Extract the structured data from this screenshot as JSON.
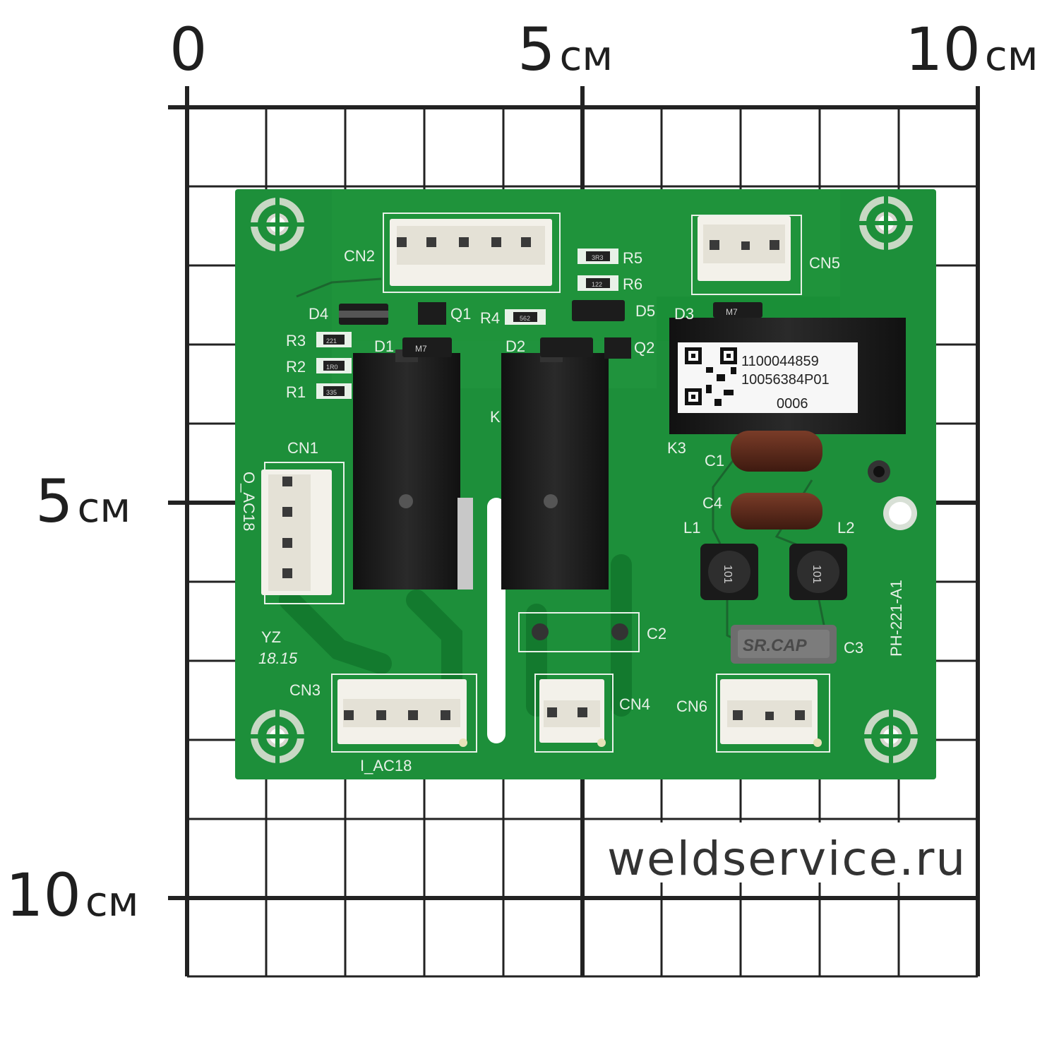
{
  "scale": {
    "top_zero": "0",
    "top_5": "5",
    "top_10": "10",
    "left_5": "5",
    "left_10": "10",
    "unit": "см"
  },
  "board": {
    "connectors": {
      "cn1": "CN1",
      "cn2": "CN2",
      "cn3": "CN3",
      "cn4": "CN4",
      "cn5": "CN5",
      "cn6": "CN6"
    },
    "diodes": {
      "d1": "D1",
      "d2": "D2",
      "d3": "D3",
      "d4": "D4",
      "d5": "D5"
    },
    "transistors": {
      "q1": "Q1",
      "q2": "Q2"
    },
    "resistors": {
      "r1": "R1",
      "r2": "R2",
      "r3": "R3",
      "r4": "R4",
      "r5": "R5",
      "r6": "R6"
    },
    "capacitors": {
      "c1": "C1",
      "c2": "C2",
      "c3": "C3",
      "c4": "C4"
    },
    "inductors": {
      "l1": "L1",
      "l2": "L2",
      "marking": "101"
    },
    "relays": {
      "k1": "K",
      "k3": "K3"
    },
    "silk": {
      "o_ac18": "O_AC18",
      "i_ac18": "I_AC18",
      "yz": "YZ",
      "date": "18.15",
      "part_no": "PH-221-A1",
      "srcap": "SR.CAP",
      "diode_mark": "M7",
      "r_code_1": "3R3",
      "r_code_2": "122",
      "r_code_3": "562",
      "r_code_4": "221",
      "r_code_5": "1R0",
      "r_code_6": "335"
    },
    "sticker": {
      "line1": "1100044859",
      "line2": "10056384P01",
      "line3": "0006"
    }
  },
  "watermark": "weldservice.ru",
  "colors": {
    "pcb": "#1d8f3a",
    "pcb_dark": "#137a2e",
    "silk": "#e8f1e8",
    "grid": "#222222",
    "connector": "#f3f1ea",
    "relay": "#1c1c1c",
    "capacitor": "#5a2a1a"
  }
}
